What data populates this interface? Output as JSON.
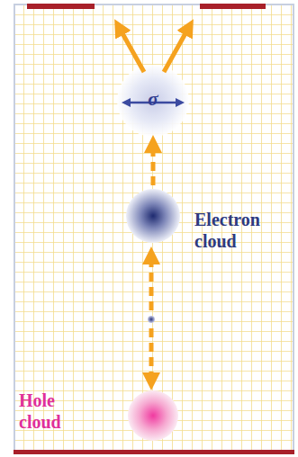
{
  "diagram": {
    "labels": [
      "σ",
      "Electron cloud",
      "Hole cloud"
    ]
  }
}
